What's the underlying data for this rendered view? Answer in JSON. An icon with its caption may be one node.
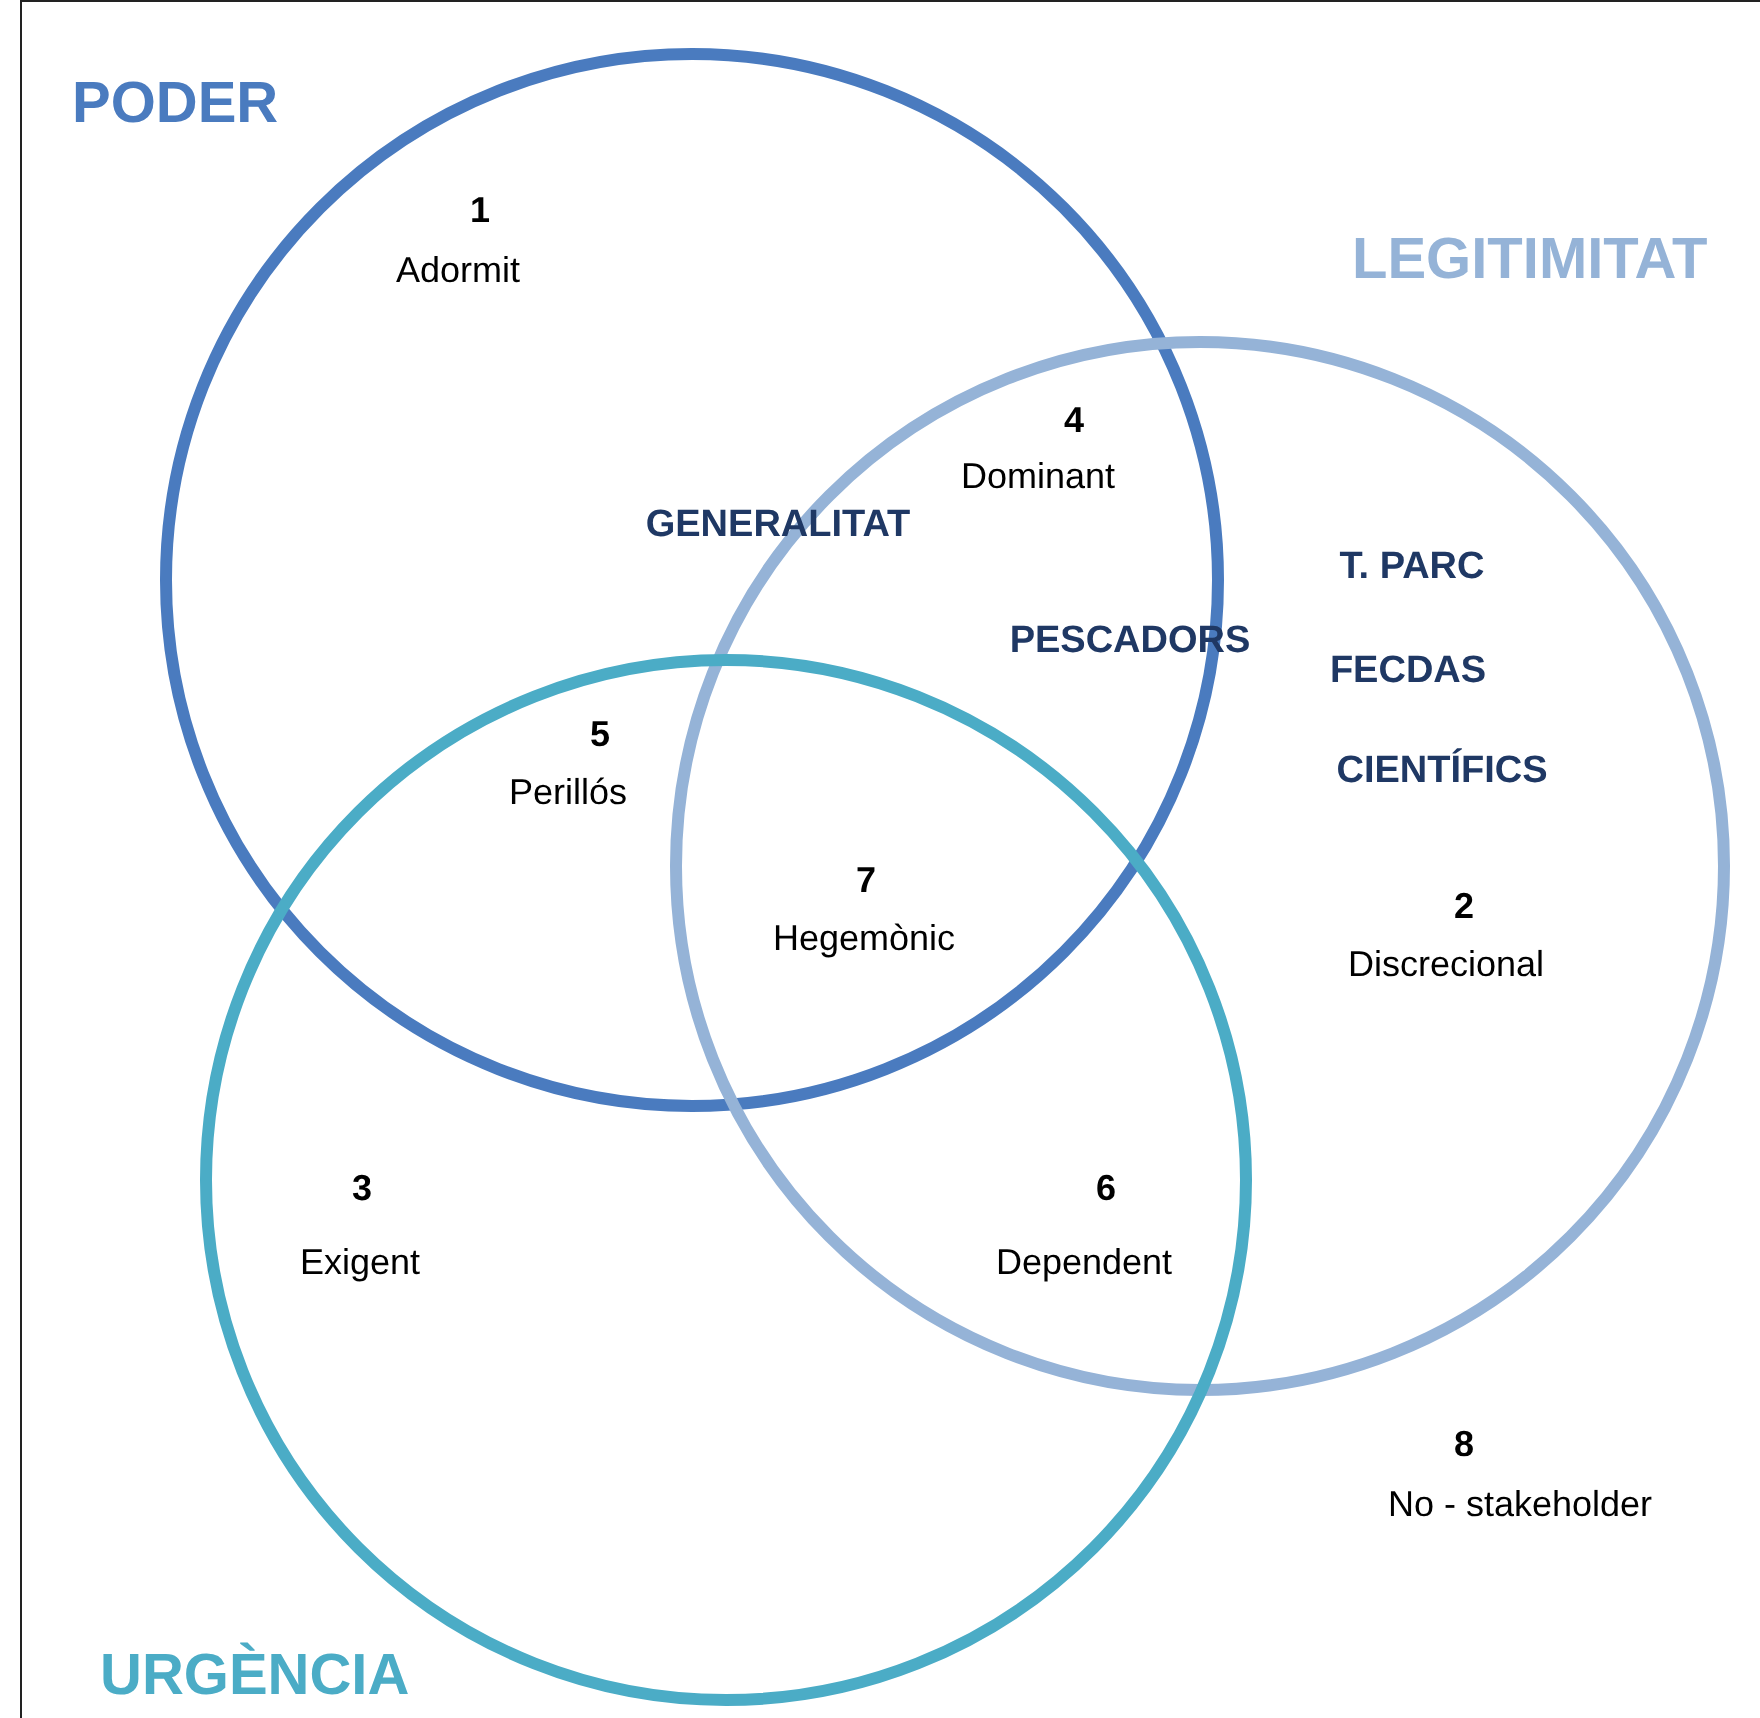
{
  "diagram": {
    "nodes": [
      {
        "text": [
          "PODER"
        ]
      },
      {
        "text": [
          "LEGITIMITAT"
        ]
      },
      {
        "text": [
          "URGÈNCIA"
        ]
      }
    ],
    "labels": [
      "1",
      "Adormit",
      "4",
      "Dominant",
      "GENERALITAT",
      "T. PARC",
      "PESCADORS",
      "FECDAS",
      "5",
      "Perillós",
      "CIENTÍFICS",
      "7",
      "Hegemònic",
      "2",
      "Discrecional",
      "3",
      "Exigent",
      "6",
      "Dependent",
      "8",
      "No - stakeholder"
    ]
  }
}
